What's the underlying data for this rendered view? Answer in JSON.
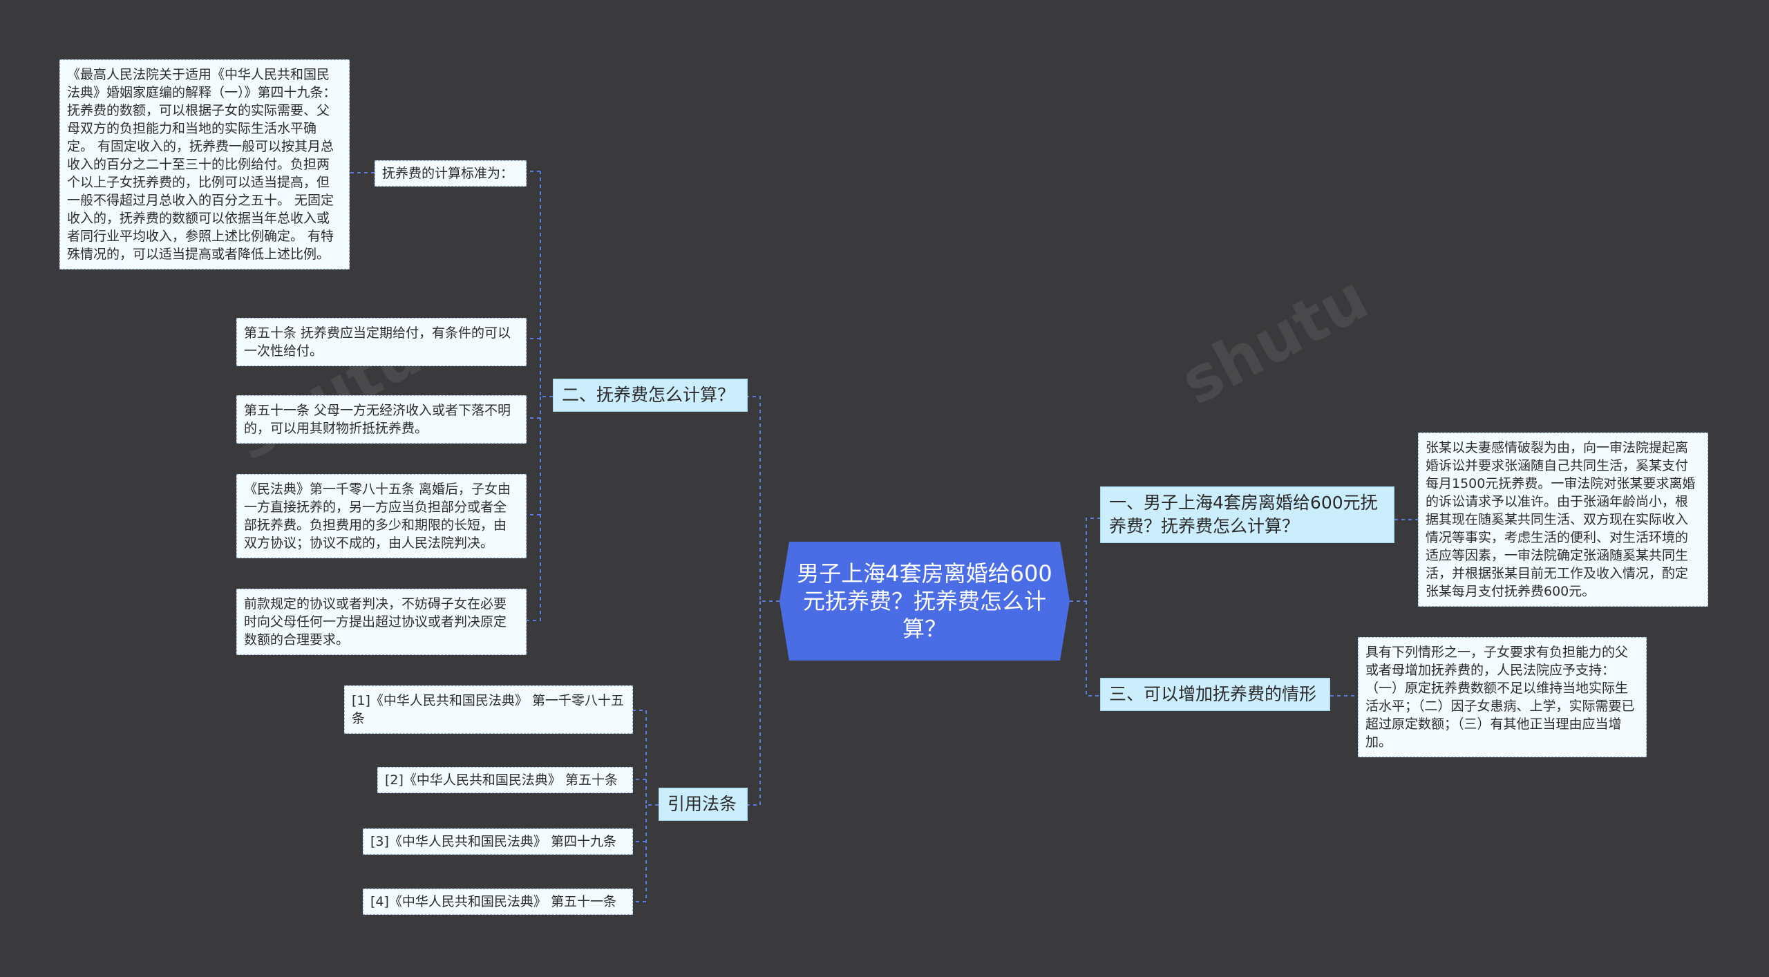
{
  "root": {
    "title": "男子上海4套房离婚给600元抚养费？抚养费怎么计算？"
  },
  "branches": {
    "b2": {
      "label": "二、抚养费怎么计算？"
    },
    "cite": {
      "label": "引用法条"
    },
    "b1": {
      "label": "一、男子上海4套房离婚给600元抚养费？抚养费怎么计算？"
    },
    "b3": {
      "label": "三、可以增加抚养费的情形"
    }
  },
  "leaves": {
    "calc_std": "抚养费的计算标准为：",
    "art49": "《最高人民法院关于适用《中华人民共和国民法典》婚姻家庭编的解释（一）》第四十九条：抚养费的数额，可以根据子女的实际需要、父母双方的负担能力和当地的实际生活水平确定。 有固定收入的，抚养费一般可以按其月总收入的百分之二十至三十的比例给付。负担两个以上子女抚养费的，比例可以适当提高，但一般不得超过月总收入的百分之五十。 无固定收入的，抚养费的数额可以依据当年总收入或者同行业平均收入，参照上述比例确定。 有特殊情况的，可以适当提高或者降低上述比例。",
    "art50": "第五十条 抚养费应当定期给付，有条件的可以一次性给付。",
    "art51": "第五十一条 父母一方无经济收入或者下落不明的，可以用其财物折抵抚养费。",
    "civ1085": "《民法典》第一千零八十五条 离婚后，子女由一方直接抚养的，另一方应当负担部分或者全部抚养费。负担费用的多少和期限的长短，由双方协议；协议不成的，由人民法院判决。",
    "prev_agreement": "前款规定的协议或者判决，不妨碍子女在必要时向父母任何一方提出超过协议或者判决原定数额的合理要求。",
    "cite1": "[1]《中华人民共和国民法典》 第一千零八十五条",
    "cite2": "[2]《中华人民共和国民法典》 第五十条",
    "cite3": "[3]《中华人民共和国民法典》 第四十九条",
    "cite4": "[4]《中华人民共和国民法典》 第五十一条",
    "case": "张某以夫妻感情破裂为由，向一审法院提起离婚诉讼并要求张涵随自己共同生活，奚某支付每月1500元抚养费。一审法院对张某要求离婚的诉讼请求予以准许。由于张涵年龄尚小，根据其现在随奚某共同生活、双方现在实际收入情况等事实，考虑生活的便利、对生活环境的适应等因素，一审法院确定张涵随奚某共同生活，并根据张某目前无工作及收入情况，酌定张某每月支付抚养费600元。",
    "increase": "具有下列情形之一，子女要求有负担能力的父或者母增加抚养费的，人民法院应予支持：（一）原定抚养费数额不足以维持当地实际生活水平；（二）因子女患病、上学，实际需要已超过原定数额；（三）有其他正当理由应当增加。"
  },
  "watermark": {
    "text": "shutu"
  },
  "colors": {
    "background": "#3a3a3c",
    "root": "#4a6de5",
    "branch": "#cceefc",
    "leaf": "#f4fbff",
    "connector": "#5b7be0"
  }
}
